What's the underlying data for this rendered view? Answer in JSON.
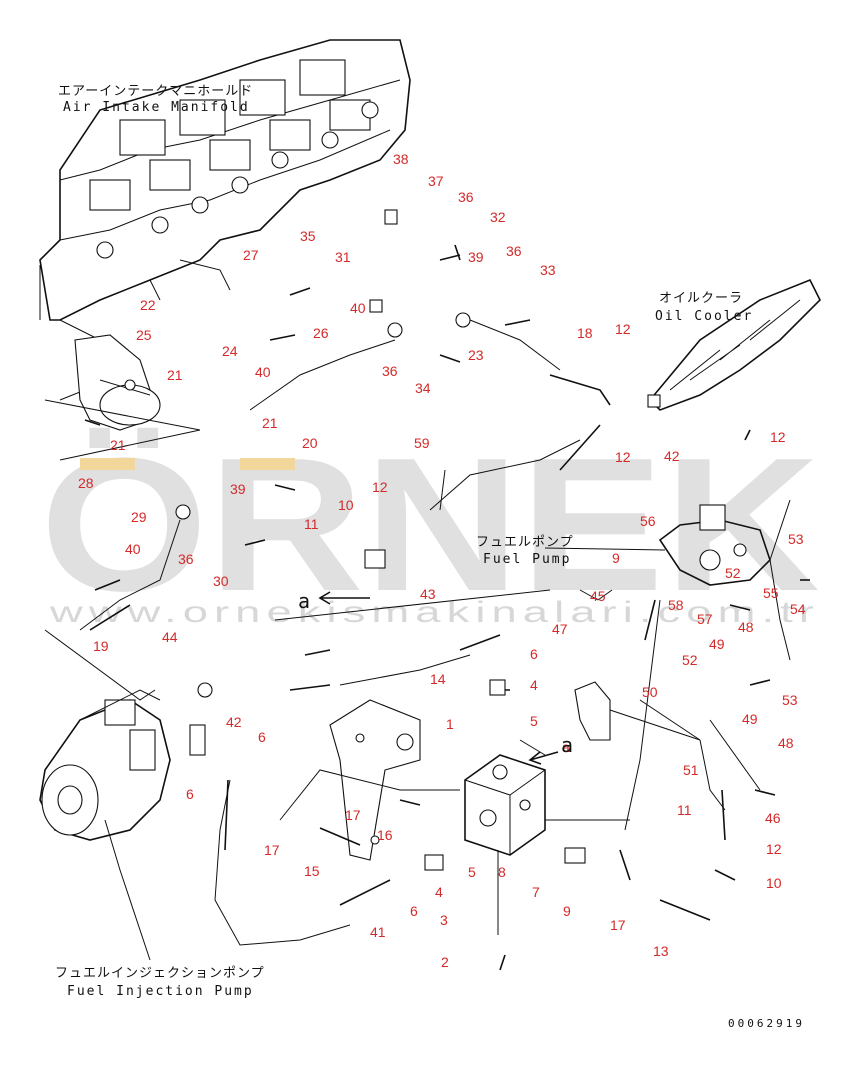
{
  "callouts": {
    "air_intake_manifold": {
      "jp": "エアーインテークマニホールド",
      "en": "Air Intake Manifold"
    },
    "oil_cooler": {
      "jp": "オイルクーラ",
      "en": "Oil Cooler"
    },
    "fuel_pump": {
      "jp": "フュエルポンプ",
      "en": "Fuel Pump"
    },
    "fuel_injection_pump": {
      "jp": "フュエルインジェクションポンプ",
      "en": "Fuel Injection Pump"
    }
  },
  "view_marks": {
    "a1": "a",
    "a2": "a"
  },
  "watermark": {
    "brand": "ÖRNEK",
    "url": "www.ornekismakinalari.com.tr"
  },
  "doc_number": "00062919",
  "part_numbers": [
    "38",
    "37",
    "36",
    "32",
    "35",
    "31",
    "39",
    "36",
    "33",
    "27",
    "40",
    "22",
    "26",
    "24",
    "25",
    "23",
    "40",
    "36",
    "34",
    "18",
    "12",
    "21",
    "21",
    "21",
    "12",
    "20",
    "59",
    "42",
    "12",
    "28",
    "39",
    "29",
    "12",
    "10",
    "11",
    "40",
    "36",
    "30",
    "56",
    "53",
    "9",
    "52",
    "55",
    "54",
    "58",
    "57",
    "48",
    "43",
    "45",
    "47",
    "19",
    "44",
    "6",
    "4",
    "49",
    "52",
    "5",
    "53",
    "50",
    "42",
    "6",
    "14",
    "1",
    "51",
    "49",
    "48",
    "a",
    "6",
    "17",
    "16",
    "46",
    "11",
    "12",
    "17",
    "15",
    "5",
    "4",
    "8",
    "7",
    "10",
    "9",
    "6",
    "41",
    "3",
    "17",
    "13",
    "2"
  ],
  "colors": {
    "accent": "#d42a2a",
    "line": "#111111",
    "watermark": "#c8c8c8",
    "watermark_accent": "#e8b54a"
  }
}
